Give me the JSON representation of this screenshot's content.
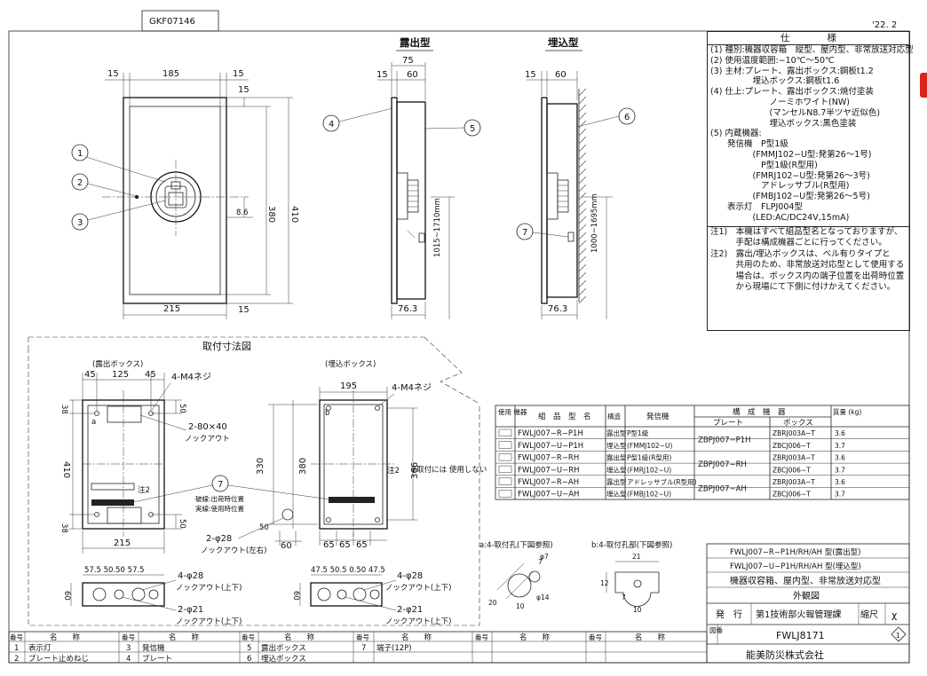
{
  "doc_code": "GKF07146",
  "date": "'22. 2",
  "views": {
    "exposed": "露出型",
    "recessed": "埋込型",
    "mounting_title": "取付寸法図",
    "exposed_box": "(露出ボックス)",
    "recessed_box": "(埋込ボックス)"
  },
  "dims": {
    "front": {
      "d15a": "15",
      "d185": "185",
      "d15b": "15",
      "d15c": "15",
      "d380": "380",
      "d410": "410",
      "d86": "8.6",
      "d15d": "15",
      "d215": "215"
    },
    "side_exposed": {
      "d75": "75",
      "d15": "15",
      "d60": "60",
      "d763": "76.3",
      "range": "1015~1710mm"
    },
    "side_recessed": {
      "d15": "15",
      "d60": "60",
      "d763": "76.3",
      "range": "1000~1695mm"
    },
    "mount_exp": {
      "d45a": "45",
      "d125": "125",
      "d45b": "45",
      "m4": "4-M4ネジ",
      "ko1": "2-80×40",
      "ko1_note": "ノックアウト",
      "d38a": "38",
      "d50a": "50",
      "d410": "410",
      "d50b": "50",
      "d38b": "38",
      "d215": "215",
      "a": "a",
      "ko2": "2-φ28",
      "ko2_note": "ノックアウト(左右)",
      "note2": "注2",
      "break_pos": "破線:出荷時位置",
      "solid_pos": "実線:使用時位置"
    },
    "mount_rec": {
      "d195": "195",
      "m4": "4-M4ネジ",
      "b": "b",
      "d50": "50",
      "d330": "330",
      "d380": "380",
      "d366": "366",
      "d60": "60",
      "d65a": "65",
      "d65b": "65",
      "d65c": "65",
      "note2": "注2",
      "not_use": "※取付には\n使用しない",
      "d50b": "50"
    },
    "bottom_exp": {
      "row": "57.5 50.50 57.5",
      "d60": "60",
      "ko28": "4-φ28",
      "ko28_note": "ノックアウト(上下)",
      "ko21": "2-φ21",
      "ko21_note": "ノックアウト(上下)"
    },
    "bottom_rec": {
      "row": "47.5 50.5 0.50 47.5",
      "d60": "60",
      "ko28": "4-φ28",
      "ko28_note": "ノックアウト(上下)",
      "ko21": "2-φ21",
      "ko21_note": "ノックアウト(上下)"
    },
    "hole_a": {
      "title": "a:4-取付孔(下図参照)",
      "d7": "7",
      "phi7": "φ7",
      "d20": "20",
      "d10": "10",
      "phi14": "φ14"
    },
    "hole_b": {
      "title": "b:4-取付孔部(下図参照)",
      "d21": "21",
      "d12": "12",
      "d7": "7",
      "d10": "10"
    }
  },
  "callouts": [
    "1",
    "2",
    "3",
    "4",
    "5",
    "6",
    "7",
    "7"
  ],
  "spec": {
    "header": "仕　　　　様",
    "rows": [
      "(1) 種別:機器収容箱　縦型、屋内型、非常放送対応型",
      "(2) 使用温度範囲:−10℃〜50℃",
      "(3) 主材:プレート、露出ボックス:鋼板t1.2",
      "　　　　　埋込ボックス:鋼板t1.6",
      "(4) 仕上:プレート、露出ボックス:焼付塗装",
      "　　　　　　　ノーミホワイト(NW)",
      "　　　　　　　(マンセルN8.7半ツヤ近似色)",
      "　　　　　　　埋込ボックス:黒色塗装",
      "(5) 内蔵機器:",
      "　　発信機　P型1級",
      "　　　　　(FMMJ102−U型:発第26〜1号)",
      "　　　　　　P型1級(R型用)",
      "　　　　　(FMRJ102−U型:発第26〜3号)",
      "　　　　　　アドレッサブル(R型用)",
      "　　　　　(FMBJ102−U型:発第26〜5号)",
      "　　表示灯　FLPJ004型",
      "　　　　　(LED:AC/DC24V,15mA)"
    ],
    "notes": [
      "注1)　本機はすべて組品型名となっておりますが、",
      "　　　手配は構成機器ごとに行ってください。",
      "注2)　露出/埋込ボックスは、ベル有りタイプと",
      "　　　共用のため、非常放送対応型として使用する",
      "　　　場合は、ボックス内の端子位置を出荷時位置",
      "　　　から現場にて下側に付けかえてください。"
    ]
  },
  "combo": {
    "headers": {
      "use": "使用\n機器",
      "model": "組　品　型　名",
      "struct": "構造",
      "transmitter": "発信機",
      "group": "構　成　機　器",
      "plate": "プレート",
      "box": "ボックス",
      "mass": "質量\n(kg)"
    },
    "rows": [
      {
        "model": "FWLJ007−R−P1H",
        "struct": "露出型",
        "tx": "P型1級",
        "plate": "ZBPJ007−P1H",
        "box": "ZBRJ003A−T",
        "mass": "3.6"
      },
      {
        "model": "FWLJ007−U−P1H",
        "struct": "埋込型",
        "tx": "(FMMJ102−U)",
        "plate": "",
        "box": "ZBCJ006−T",
        "mass": "3.7"
      },
      {
        "model": "FWLJ007−R−RH",
        "struct": "露出型",
        "tx": "P型1級(R型用)",
        "plate": "ZBPJ007−RH",
        "box": "ZBRJ003A−T",
        "mass": "3.6"
      },
      {
        "model": "FWLJ007−U−RH",
        "struct": "埋込型",
        "tx": "(FMRJ102−U)",
        "plate": "",
        "box": "ZBCJ006−T",
        "mass": "3.7"
      },
      {
        "model": "FWLJ007−R−AH",
        "struct": "露出型",
        "tx": "アドレッサブル(R型用)",
        "plate": "ZBPJ007−AH",
        "box": "ZBRJ003A−T",
        "mass": "3.6"
      },
      {
        "model": "FWLJ007−U−AH",
        "struct": "埋込型",
        "tx": "(FMBJ102−U)",
        "plate": "",
        "box": "ZBCJ006−T",
        "mass": "3.7"
      }
    ]
  },
  "title_block": {
    "line1": "FWLJ007−R−P1H/RH/AH 型(露出型)",
    "line2": "FWLJ007−U−P1H/RH/AH 型(埋込型)",
    "line3": "機器収容箱、屋内型、非常放送対応型",
    "line4": "外観図",
    "issue_label": "発　行",
    "dept": "第1技術部火報管理課",
    "scale_label": "縮尺",
    "scale": "χ",
    "drawing_no_label": "図番",
    "drawing_no": "FWLJ8171",
    "rev": "1",
    "company": "能美防災株式会社"
  },
  "parts": {
    "headers": {
      "no": "番号",
      "name": "名　　称"
    },
    "items": [
      {
        "no": "1",
        "name": "表示灯"
      },
      {
        "no": "2",
        "name": "プレート止めねじ"
      },
      {
        "no": "3",
        "name": "発信機"
      },
      {
        "no": "4",
        "name": "プレート"
      },
      {
        "no": "5",
        "name": "露出ボックス"
      },
      {
        "no": "6",
        "name": "埋込ボックス"
      },
      {
        "no": "7",
        "name": "端子(12P)"
      }
    ]
  }
}
